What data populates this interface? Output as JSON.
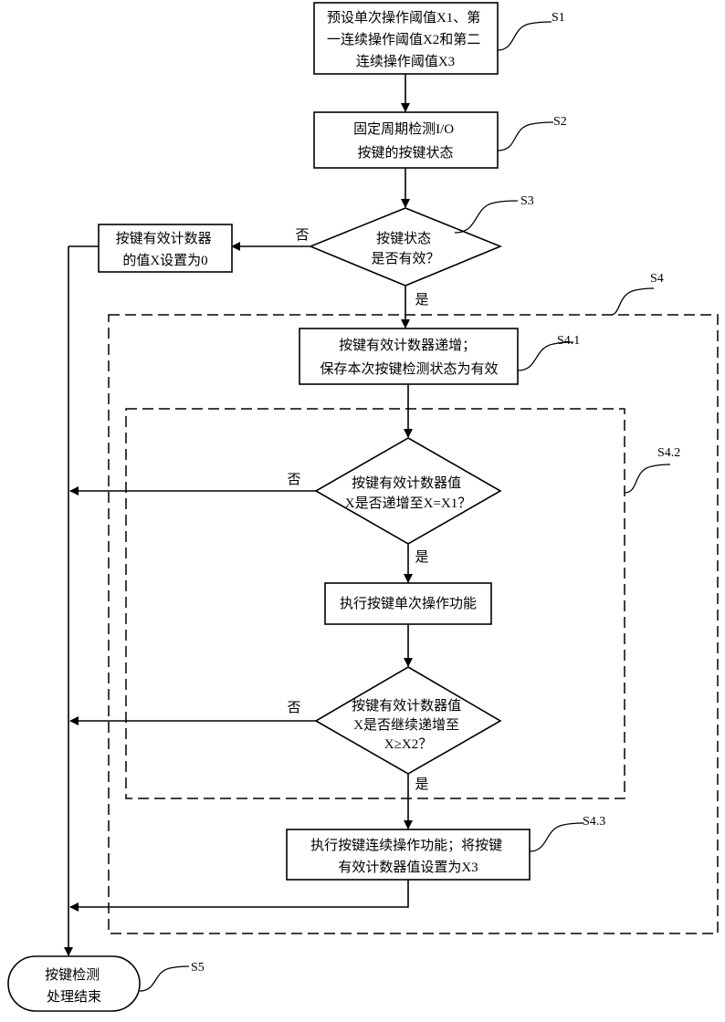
{
  "nodes": {
    "s1_box": [
      "预设单次操作阈值X1、第",
      "一连续操作阈值X2和第二",
      "连续操作阈值X3"
    ],
    "s2_box": [
      "固定周期检测I/O",
      "按键的按键状态"
    ],
    "s3_decision": [
      "按键状态",
      "是否有效？"
    ],
    "reset_box": [
      "按键有效计数器",
      "的值X设置为0"
    ],
    "s41_box": [
      "按键有效计数器递增；",
      "保存本次按键检测状态为有效"
    ],
    "d1_decision": [
      "按键有效计数器值",
      "X是否递增至X=X1？"
    ],
    "single_box": [
      "执行按键单次操作功能"
    ],
    "d2_decision": [
      "按键有效计数器值",
      "X是否继续递增至",
      "X≥X2？"
    ],
    "s43_box": [
      "执行按键连续操作功能；将按键",
      "有效计数器值设置为X3"
    ],
    "end_terminal": [
      "按键检测",
      "处理结束"
    ]
  },
  "step_labels": {
    "s1": "S1",
    "s2": "S2",
    "s3": "S3",
    "s4": "S4",
    "s41": "S4.1",
    "s42": "S4.2",
    "s43": "S4.3",
    "s5": "S5"
  },
  "branch_labels": {
    "s3_no": "否",
    "s3_yes": "是",
    "d1_no": "否",
    "d1_yes": "是",
    "d2_no": "否",
    "d2_yes": "是"
  }
}
